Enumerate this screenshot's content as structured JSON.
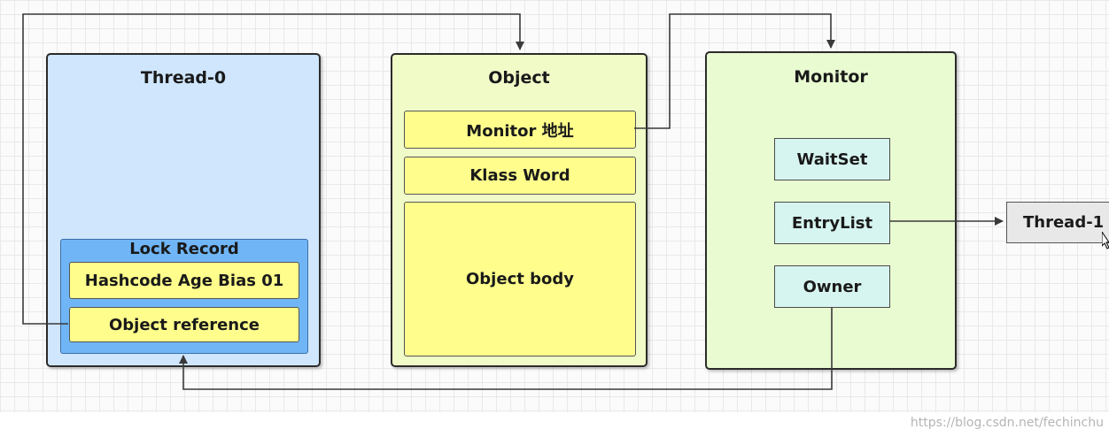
{
  "thread0": {
    "title": "Thread-0",
    "lock_record": {
      "title": "Lock Record",
      "mark_word": "Hashcode Age Bias 01",
      "object_reference": "Object reference"
    }
  },
  "object": {
    "title": "Object",
    "monitor_address": "Monitor 地址",
    "klass_word": "Klass Word",
    "object_body": "Object body"
  },
  "monitor": {
    "title": "Monitor",
    "wait_set": "WaitSet",
    "entry_list": "EntryList",
    "owner": "Owner"
  },
  "thread1": {
    "label": "Thread-1"
  },
  "watermark": "https://blog.csdn.net/fechinchu",
  "colors": {
    "thread_box": "#cfe6fd",
    "object_box": "#f1fbc8",
    "monitor_box": "#e9fbd1",
    "field_yellow": "#fffe8c",
    "lock_record_blue": "#70b6f6",
    "monitor_field": "#d7f5f0",
    "thread1_grey": "#e8e8e8",
    "connector": "#3a3a3a"
  }
}
